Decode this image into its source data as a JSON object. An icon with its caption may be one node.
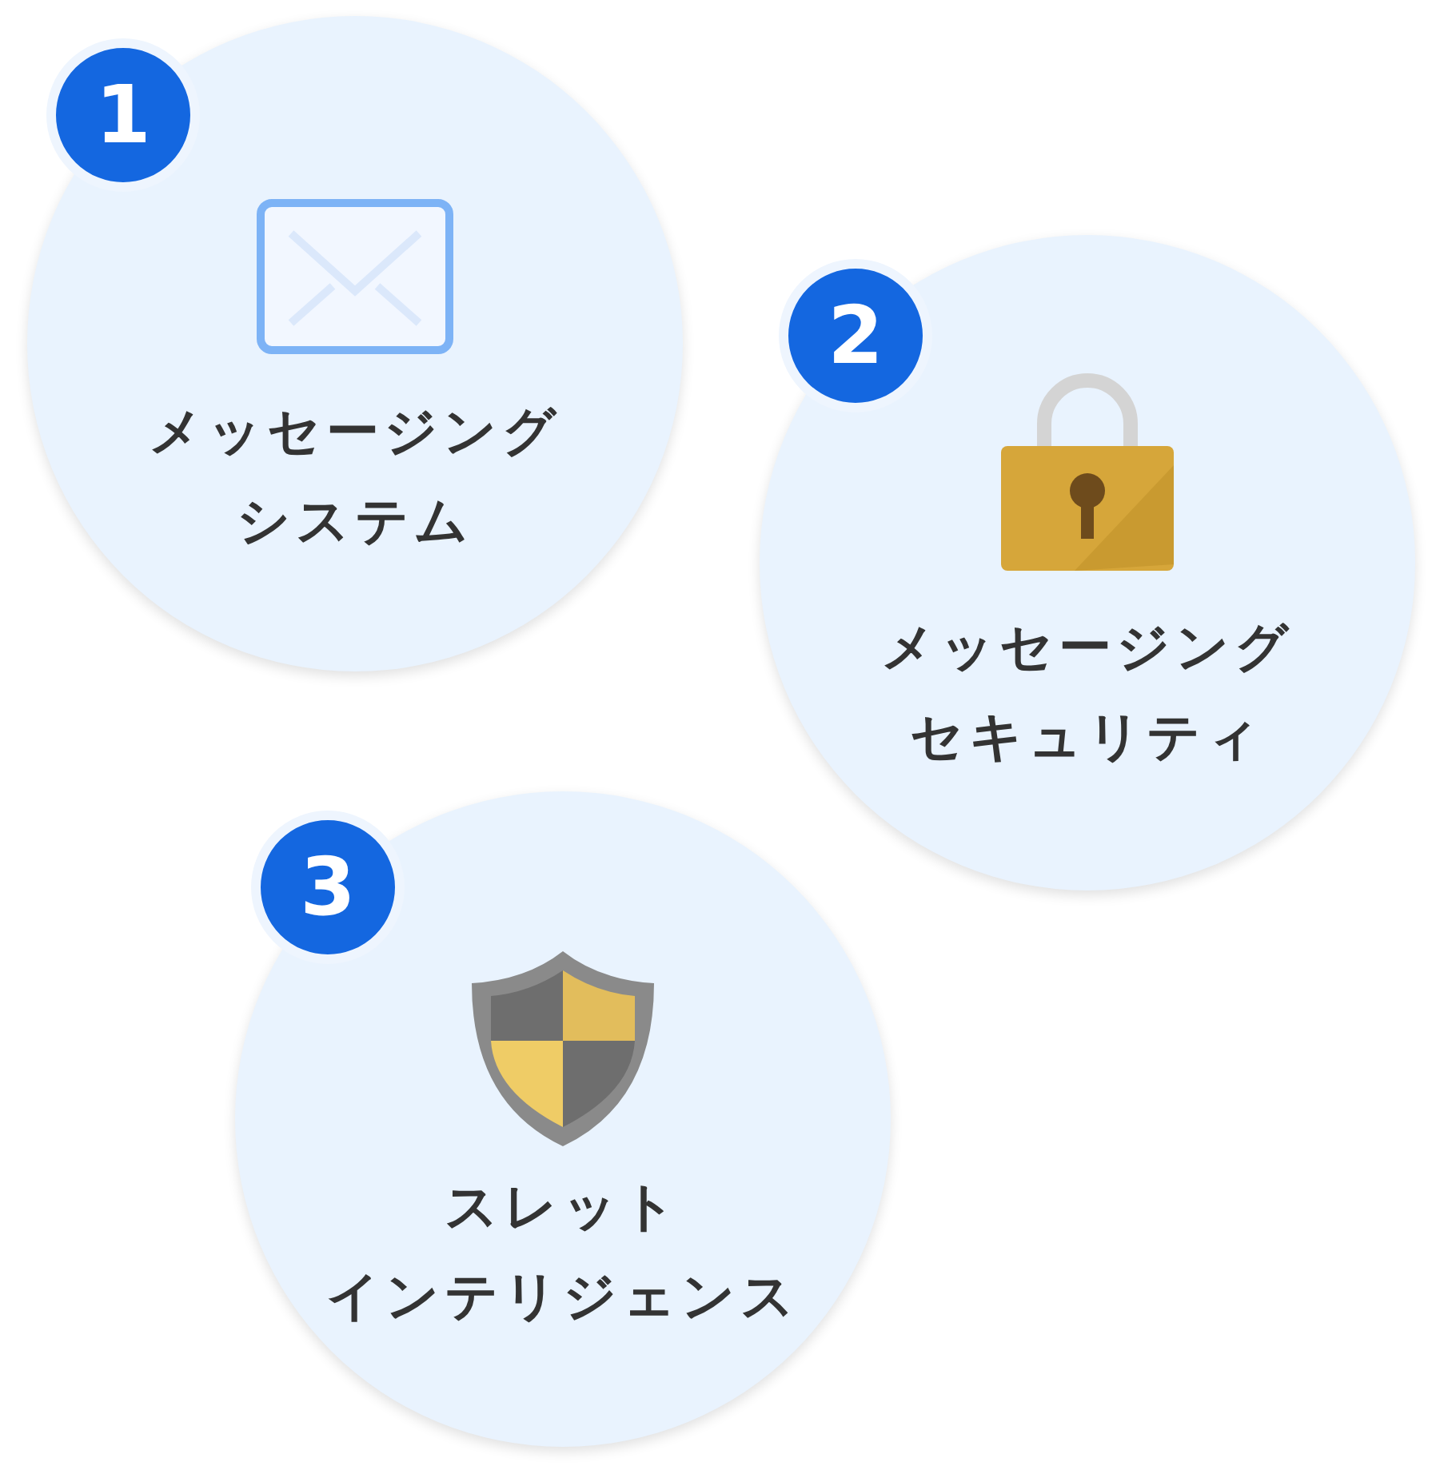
{
  "diagram": {
    "nodes": [
      {
        "text": [
          "1"
        ],
        "in": 1
      },
      {
        "text": [
          "メッセージングシステム"
        ]
      },
      {
        "text": [
          "2"
        ],
        "in": 3
      },
      {
        "text": [
          "メッセージングセキュリティ"
        ]
      },
      {
        "text": [
          "3"
        ],
        "in": 5
      },
      {
        "text": [
          "スレットインテリジェンス"
        ]
      }
    ]
  }
}
